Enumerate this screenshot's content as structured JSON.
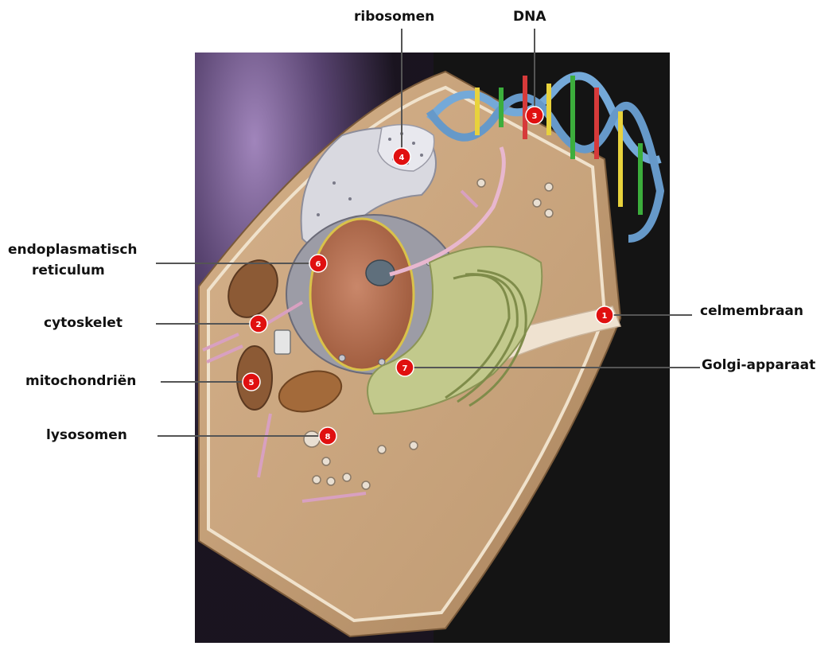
{
  "labels": {
    "ribosomen": "ribosomen",
    "dna": "DNA",
    "er_line1": "endoplasmatisch",
    "er_line2": "reticulum",
    "cytoskelet": "cytoskelet",
    "mitochondrien": "mitochondriën",
    "lysosomen": "lysosomen",
    "celmembraan": "celmembraan",
    "golgi": "Golgi-apparaat"
  },
  "badges": {
    "celmembraan": "1",
    "cytoskelet": "2",
    "dna": "3",
    "ribosomen": "4",
    "mitochondrien": "5",
    "er": "6",
    "golgi": "7",
    "lysosomen": "8"
  },
  "colors": {
    "badge": "#e01010",
    "leader_line": "#555555",
    "cell_wall": "#c9a27a",
    "cytoplasm": "#c8a57e",
    "nucleus": "#b86e4a",
    "background_dark": "#151515",
    "background_purple": "#5b4574"
  }
}
